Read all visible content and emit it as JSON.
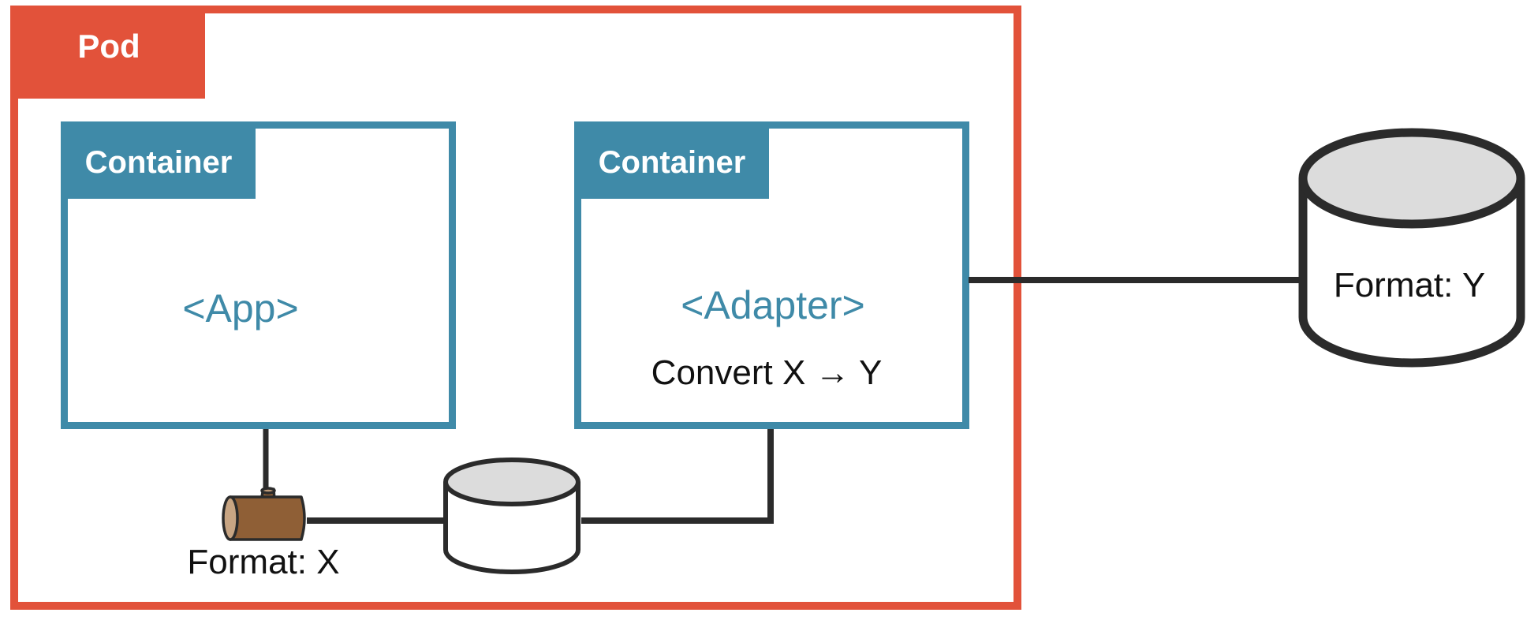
{
  "diagram": {
    "title": "Adapter pattern",
    "pod": {
      "label": "Pod",
      "color": "#e2523a"
    },
    "containers": [
      {
        "tab_label": "Container",
        "role_label": "<App>",
        "description": "",
        "color": "#3f8aa8"
      },
      {
        "tab_label": "Container",
        "role_label": "<Adapter>",
        "description": "Convert X → Y",
        "color": "#3f8aa8"
      }
    ],
    "log": {
      "icon": "log-icon",
      "label": "Format: X",
      "color": "#8f5f36"
    },
    "shared_volume": {
      "icon": "storage-cylinder-icon",
      "label": ""
    },
    "external_storage": {
      "icon": "storage-cylinder-icon",
      "label": "Format: Y"
    },
    "connections": [
      {
        "from": "App container",
        "to": "Log (Format: X)"
      },
      {
        "from": "Log (Format: X)",
        "to": "Shared volume"
      },
      {
        "from": "Shared volume",
        "to": "Adapter container"
      },
      {
        "from": "Adapter container",
        "to": "External storage (Format: Y)"
      }
    ],
    "line_color": "#2b2b2b",
    "cylinder_top_color": "#dcdcdc"
  }
}
